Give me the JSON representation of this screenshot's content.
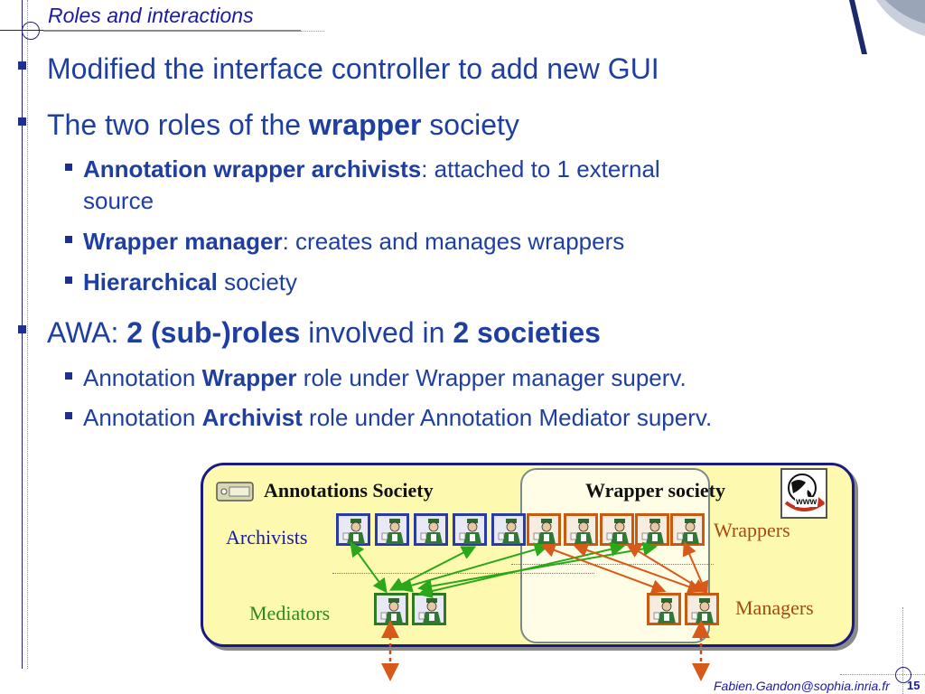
{
  "header": {
    "title": "Roles and interactions"
  },
  "bullets": {
    "b1": {
      "text": "Modified the interface controller to add new GUI"
    },
    "b2": {
      "pre": "The two roles of the ",
      "bold": "wrapper",
      "post": " society"
    },
    "b2a": {
      "bold": "Annotation wrapper archivists",
      "post": ": attached to 1 external",
      "line2": "source"
    },
    "b2b": {
      "bold": "Wrapper manager",
      "post": ": creates and manages wrappers"
    },
    "b2c": {
      "bold": "Hierarchical",
      "post": " society"
    },
    "b3": {
      "pre": "AWA: ",
      "bold1": "2 (sub-)roles",
      "mid": " involved in ",
      "bold2": "2 societies"
    },
    "b3a": {
      "pre": "Annotation ",
      "bold": "Wrapper",
      "post": " role under Wrapper manager superv."
    },
    "b3b": {
      "pre": "Annotation ",
      "bold": "Archivist",
      "post": " role under Annotation Mediator superv."
    }
  },
  "diagram": {
    "annotations_society": "Annotations Society",
    "wrapper_society": "Wrapper society",
    "archivists": "Archivists",
    "wrappers": "Wrappers",
    "mediators": "Mediators",
    "managers": "Managers",
    "www_badge": "www",
    "colors": {
      "archivist": "#2a3aa8",
      "wrapper": "#c85a12",
      "mediator": "#2e7a24",
      "arrows": "#2aa81a",
      "frame_bg": "#fdfab0"
    }
  },
  "footer": {
    "email": "Fabien.Gandon@sophia.inria.fr",
    "page": "15"
  }
}
